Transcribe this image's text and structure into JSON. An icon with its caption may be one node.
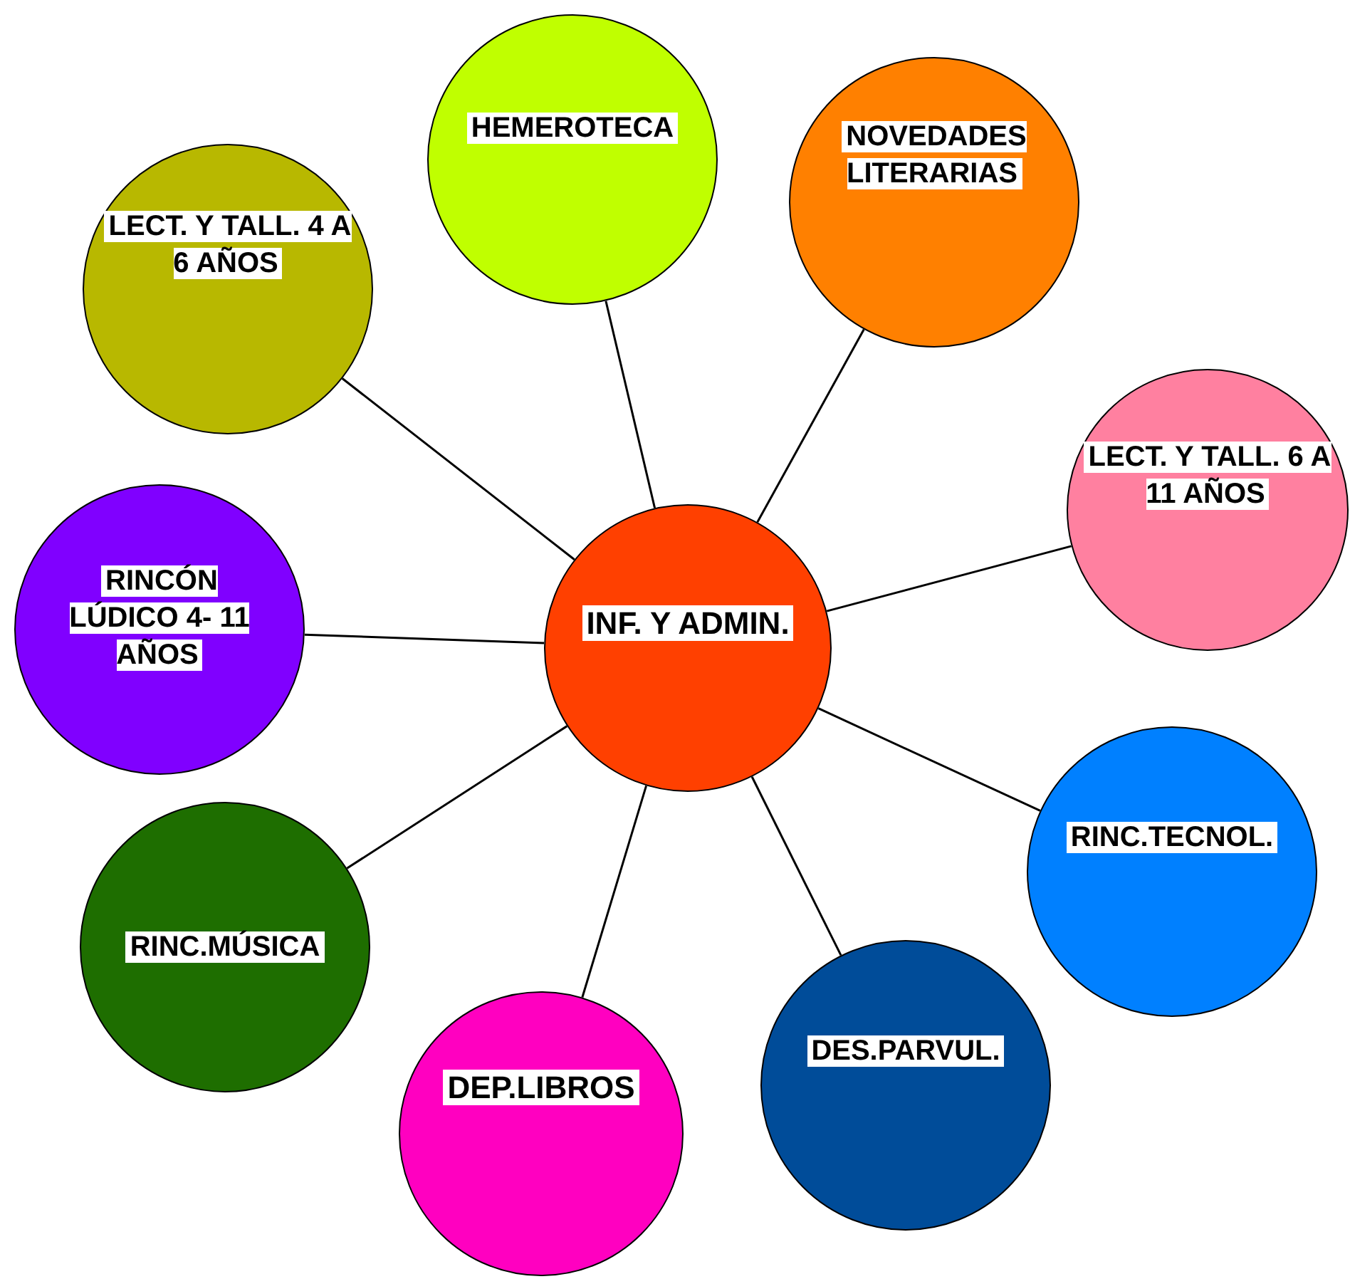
{
  "diagram": {
    "nodes": [
      {
        "text": [
          "INF. Y ADMIN."
        ]
      },
      {
        "text": [
          "HEMEROTECA"
        ]
      },
      {
        "text": [
          "NOVEDADES LITERARIAS"
        ]
      },
      {
        "text": [
          "LECT. Y TALL. 6 A 11 AÑOS"
        ]
      },
      {
        "text": [
          "RINC.TECNOL."
        ]
      },
      {
        "text": [
          "DES.PARVUL."
        ]
      },
      {
        "text": [
          "DEP.LIBROS"
        ]
      },
      {
        "text": [
          "RINC.MÚSICA"
        ]
      },
      {
        "text": [
          "RINCÓN LÚDICO 4- 11 AÑOS"
        ]
      },
      {
        "text": [
          "LECT. Y TALL. 4 A 6 AÑOS"
        ]
      }
    ],
    "edges": [
      {
        "from": 0,
        "to": 1,
        "arrow": "none"
      },
      {
        "from": 0,
        "to": 2,
        "arrow": "none"
      },
      {
        "from": 0,
        "to": 3,
        "arrow": "none"
      },
      {
        "from": 0,
        "to": 4,
        "arrow": "none"
      },
      {
        "from": 0,
        "to": 5,
        "arrow": "none"
      },
      {
        "from": 0,
        "to": 6,
        "arrow": "none"
      },
      {
        "from": 0,
        "to": 7,
        "arrow": "none"
      },
      {
        "from": 0,
        "to": 8,
        "arrow": "none"
      },
      {
        "from": 0,
        "to": 9,
        "arrow": "none"
      }
    ]
  }
}
